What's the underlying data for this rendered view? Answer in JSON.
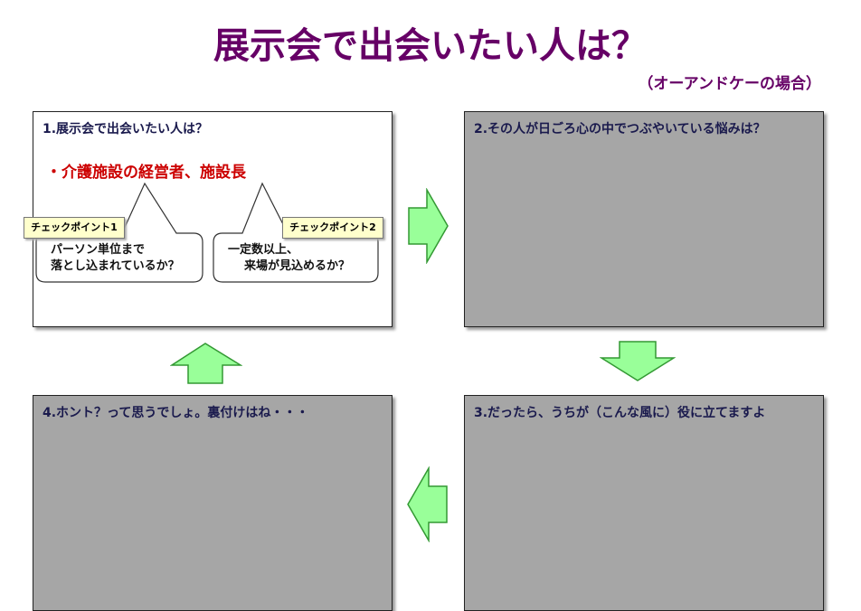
{
  "title": "展示会で出会いたい人は？",
  "subtitle": "（オーアンドケーの場合）",
  "boxes": [
    {
      "title": "1.展示会で出会いたい人は？",
      "answer": "・介護施設の経営者、施設長"
    },
    {
      "title": "2.その人が日ごろ心の中でつぶやいている悩みは？"
    },
    {
      "title": "3.だったら、うちが（こんな風に）役に立てますよ"
    },
    {
      "title": "4.ホント？って思うでしょ。裏付けはね・・・"
    }
  ],
  "checkpoints": [
    {
      "label": "チェックポイント1",
      "line1": "パーソン単位まで",
      "line2": "落とし込まれているか？"
    },
    {
      "label": "チェックポイント2",
      "line1": "一定数以上、",
      "line2": "来場が見込めるか？"
    }
  ],
  "colors": {
    "title": "#660066",
    "answer": "#cc0000",
    "box_gray": "#a6a6a6",
    "arrow_fill": "#99ff99",
    "arrow_stroke": "#339933",
    "tag": "#ffffcc"
  }
}
